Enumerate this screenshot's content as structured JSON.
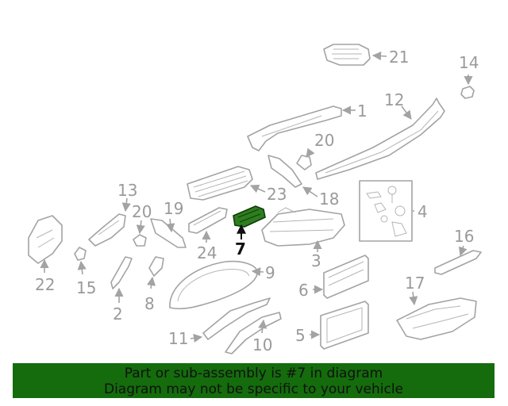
{
  "diagram": {
    "callouts": {
      "c1": "1",
      "c2": "2",
      "c3": "3",
      "c4": "4",
      "c5": "5",
      "c6": "6",
      "c7": "7",
      "c8": "8",
      "c9": "9",
      "c10": "10",
      "c11": "11",
      "c12": "12",
      "c13": "13",
      "c14": "14",
      "c15": "15",
      "c16": "16",
      "c17": "17",
      "c18": "18",
      "c19": "19",
      "c20a": "20",
      "c20b": "20",
      "c21": "21",
      "c22": "22",
      "c23": "23",
      "c24": "24"
    },
    "highlight_color": "#2e7d1f",
    "part_color": "#a3a3a3"
  },
  "footer": {
    "line1": "Part or sub-assembly is #7 in diagram",
    "line2": "Diagram may not be specific to your vehicle",
    "background": "#146c0c"
  }
}
